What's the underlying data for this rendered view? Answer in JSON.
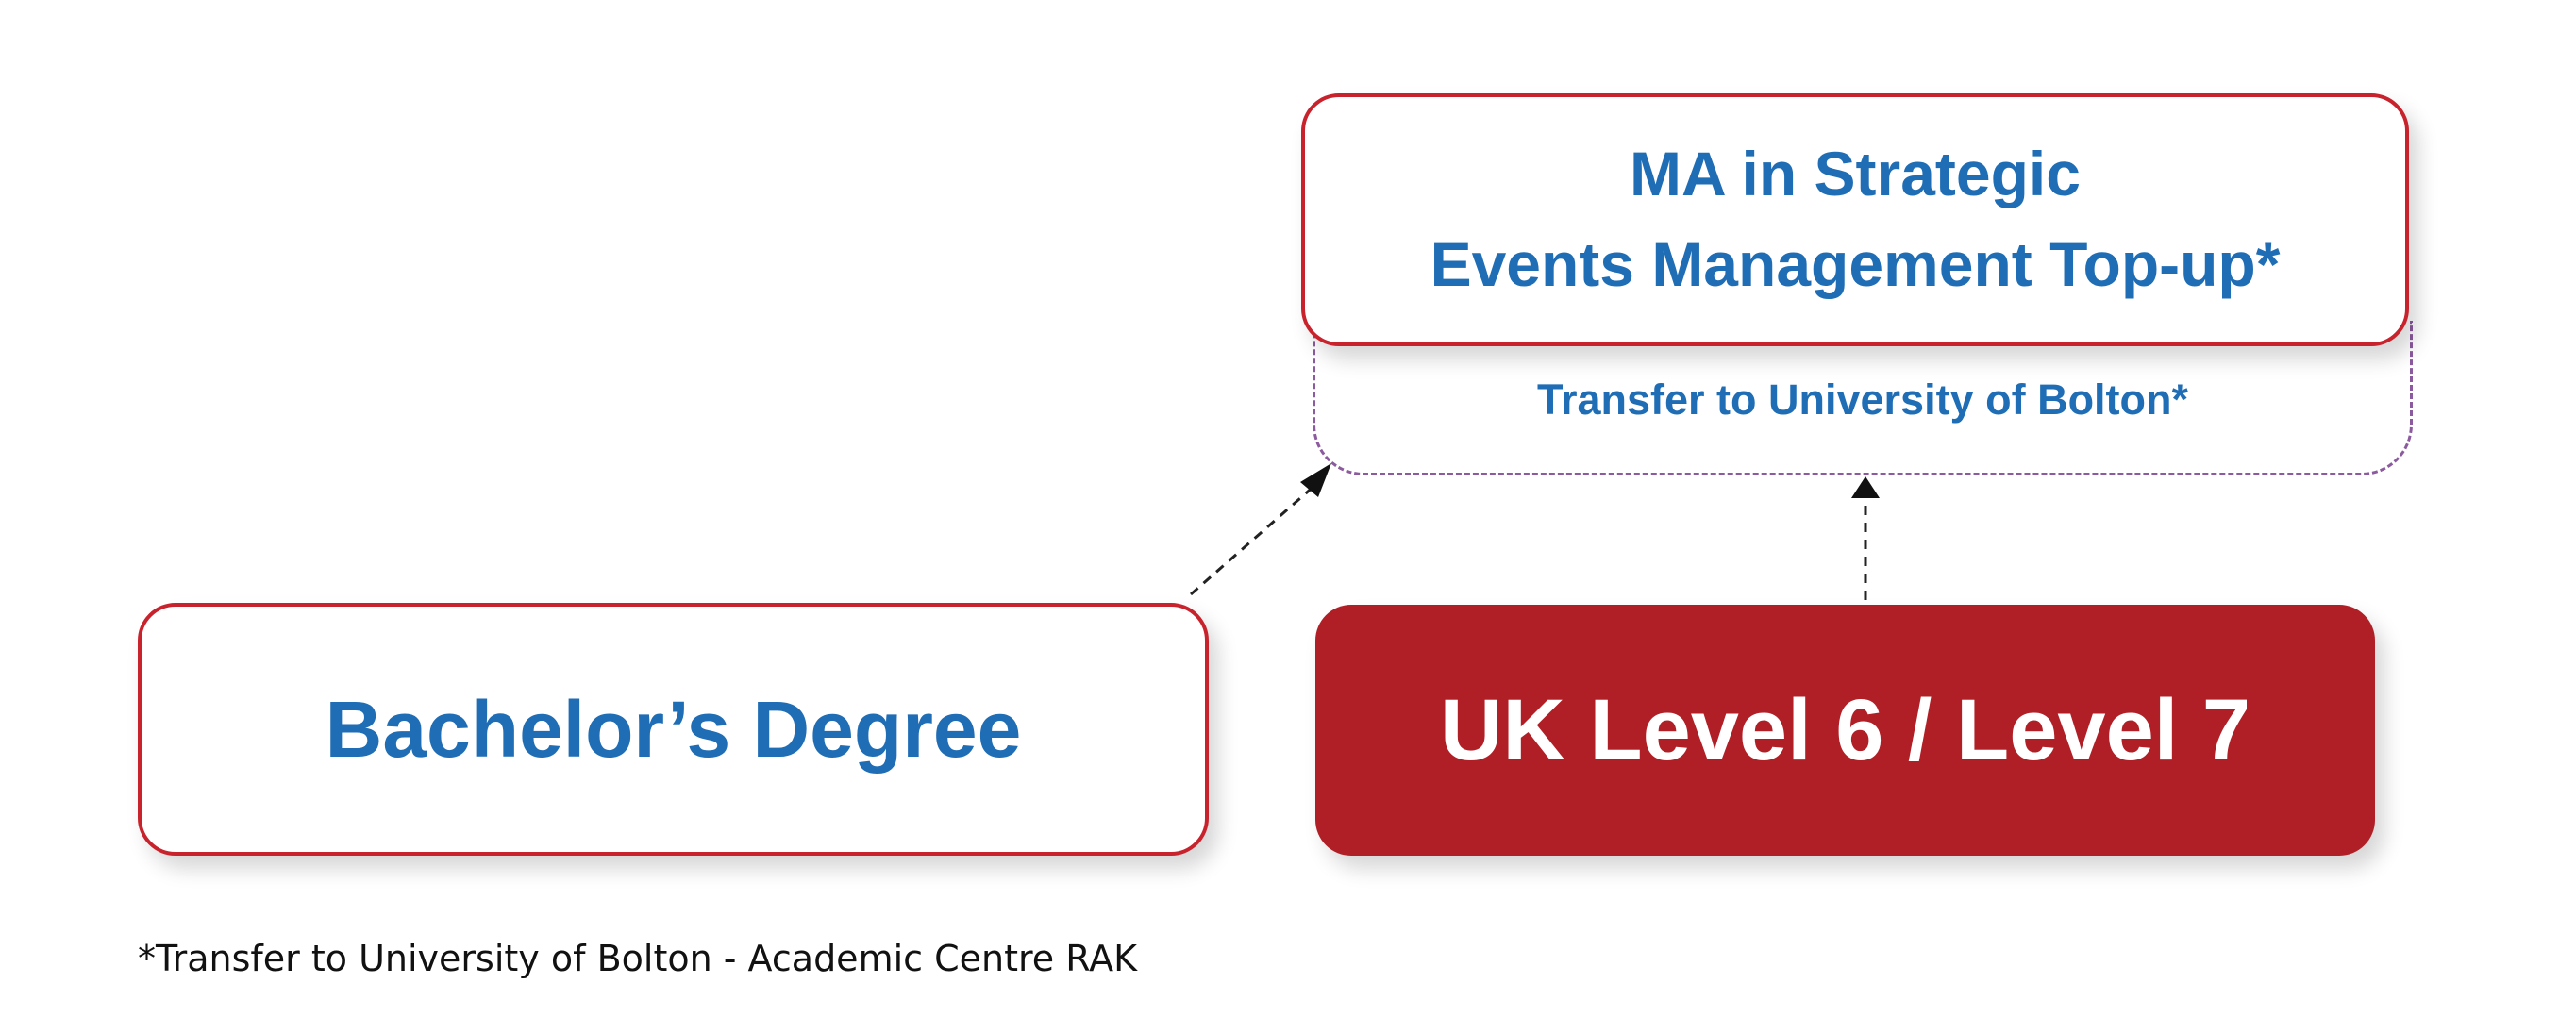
{
  "nodes": {
    "target": {
      "line1": "MA in Strategic",
      "line2": "Events Management Top-up*"
    },
    "transfer_label": "Transfer to University of Bolton*",
    "bachelor": "Bachelor’s Degree",
    "level": "UK Level 6 / Level 7"
  },
  "footnote": "*Transfer to University of Bolton - Academic Centre RAK",
  "colors": {
    "accent_red": "#b01f26",
    "border_red": "#c8222c",
    "text_blue": "#1f6db5",
    "dashed_purple": "#8b5a9f",
    "arrow": "#222222"
  }
}
